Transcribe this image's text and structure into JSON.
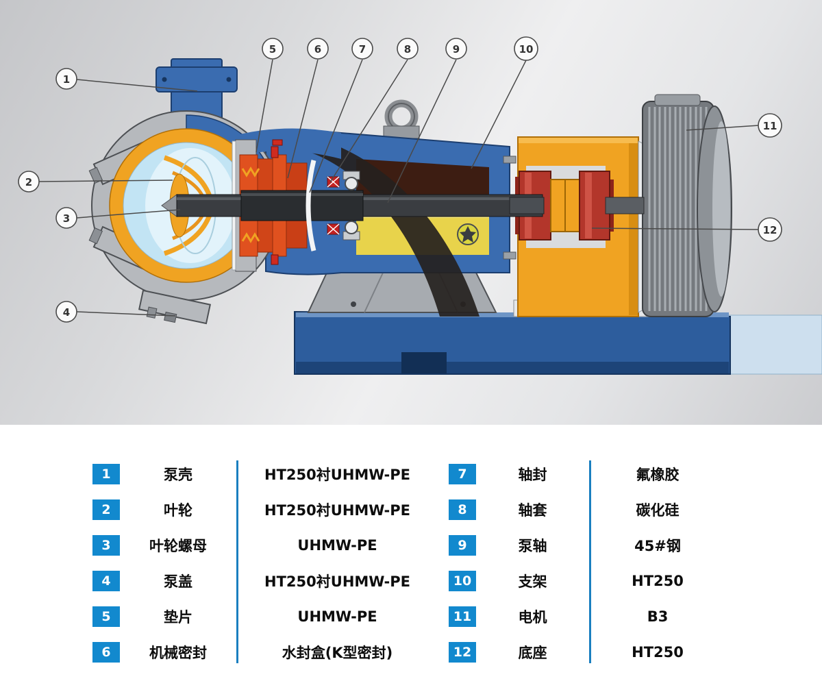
{
  "diagram": {
    "title": "pump-cross-section",
    "callouts": [
      {
        "label": "1"
      },
      {
        "label": "2"
      },
      {
        "label": "3"
      },
      {
        "label": "4"
      },
      {
        "label": "5"
      },
      {
        "label": "6"
      },
      {
        "label": "7"
      },
      {
        "label": "8"
      },
      {
        "label": "9"
      },
      {
        "label": "10"
      },
      {
        "label": "11"
      },
      {
        "label": "12"
      }
    ]
  },
  "parts_table": {
    "left_rows": [
      {
        "no": "1",
        "name": "泵壳",
        "material": "HT250衬UHMW-PE"
      },
      {
        "no": "2",
        "name": "叶轮",
        "material": "HT250衬UHMW-PE"
      },
      {
        "no": "3",
        "name": "叶轮螺母",
        "material": "UHMW-PE"
      },
      {
        "no": "4",
        "name": "泵盖",
        "material": "HT250衬UHMW-PE"
      },
      {
        "no": "5",
        "name": "垫片",
        "material": "UHMW-PE"
      },
      {
        "no": "6",
        "name": "机械密封",
        "material": "水封盒(K型密封)"
      }
    ],
    "right_rows": [
      {
        "no": "7",
        "name": "轴封",
        "material": "氟橡胶"
      },
      {
        "no": "8",
        "name": "轴套",
        "material": "碳化硅"
      },
      {
        "no": "9",
        "name": "泵轴",
        "material": "45#钢"
      },
      {
        "no": "10",
        "name": "支架",
        "material": "HT250"
      },
      {
        "no": "11",
        "name": "电机",
        "material": "B3"
      },
      {
        "no": "12",
        "name": "底座",
        "material": "HT250"
      }
    ]
  },
  "colors": {
    "badge_blue": "#1289ce",
    "divider_blue": "#1a7fc0",
    "pump_blue": "#3a6cb0",
    "lining_orange": "#f0a322",
    "seal_orange_red": "#e0511f",
    "coupling_red": "#b3362b",
    "base_blue": "#2d5d9d",
    "wet_area_blue": "#c2e4f4",
    "grease_yellow": "#e8d34b"
  }
}
